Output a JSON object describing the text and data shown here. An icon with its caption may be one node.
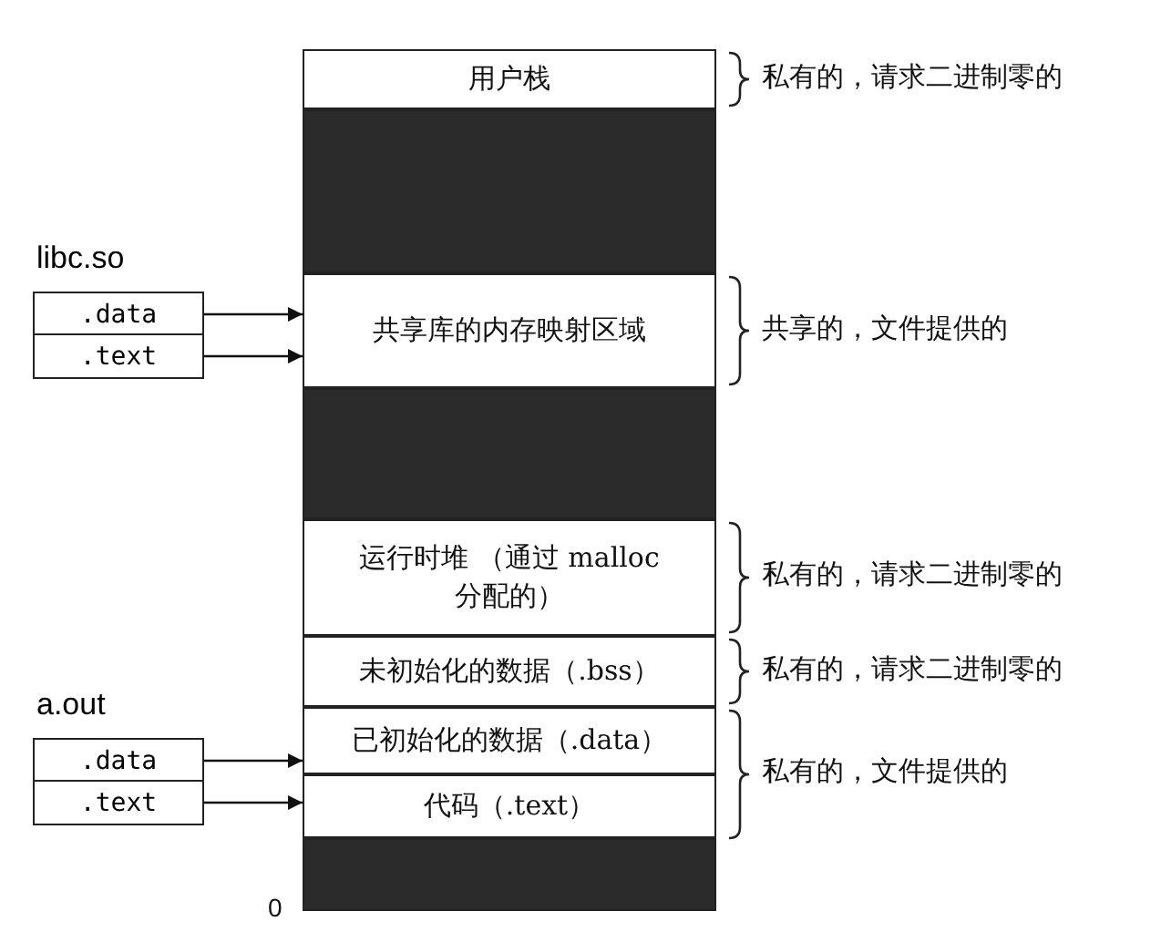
{
  "diagram": {
    "nodes": [
      {
        "text": [
          "用户栈"
        ],
        "beside": [
          "私有的，请求二进制零的"
        ]
      },
      {
        "text": [],
        "shape": "box"
      },
      {
        "text": [
          "共享库的内存映射区域"
        ],
        "beside": [
          "共享的，文件提供的"
        ]
      },
      {
        "text": [],
        "shape": "box"
      },
      {
        "text": [
          "运行时堆 （通过 malloc 分配的）"
        ],
        "beside": [
          "私有的，请求二进制零的"
        ]
      },
      {
        "text": [
          "未初始化的数据（.bss）"
        ],
        "beside": [
          "私有的，请求二进制零的"
        ]
      },
      {
        "text": [
          "已初始化的数据（.data）"
        ]
      },
      {
        "text": [
          "代码（.text）"
        ]
      },
      {
        "text": [],
        "shape": "box"
      },
      {
        "text": [
          "libc.so"
        ]
      },
      {
        "text": [
          ".data"
        ],
        "in": 9
      },
      {
        "text": [
          ".text"
        ],
        "in": 9
      },
      {
        "text": [
          "a.out"
        ]
      },
      {
        "text": [
          ".data"
        ],
        "in": 12
      },
      {
        "text": [
          ".text"
        ],
        "in": 12
      }
    ],
    "edges": [
      {
        "from": 10,
        "to": 2,
        "arrow": "to"
      },
      {
        "from": 11,
        "to": 2,
        "arrow": "to"
      },
      {
        "from": 13,
        "to": 6,
        "arrow": "to"
      },
      {
        "from": 14,
        "to": 7,
        "arrow": "to"
      }
    ],
    "labels": [
      "私有的，文件提供的",
      "0"
    ]
  }
}
